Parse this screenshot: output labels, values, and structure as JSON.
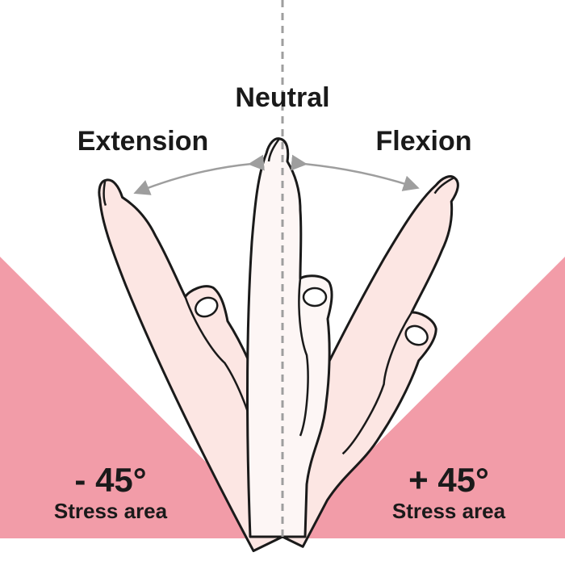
{
  "labels": {
    "neutral": "Neutral",
    "extension": "Extension",
    "flexion": "Flexion"
  },
  "left_zone": {
    "angle": "- 45°",
    "caption": "Stress area"
  },
  "right_zone": {
    "angle": "+ 45°",
    "caption": "Stress area"
  },
  "colors": {
    "stress": "#F29CA8",
    "hand": "#FCE6E3",
    "hand_center": "#FDF6F5",
    "line": "#1a1a1a",
    "guide": "#9e9e9e"
  }
}
